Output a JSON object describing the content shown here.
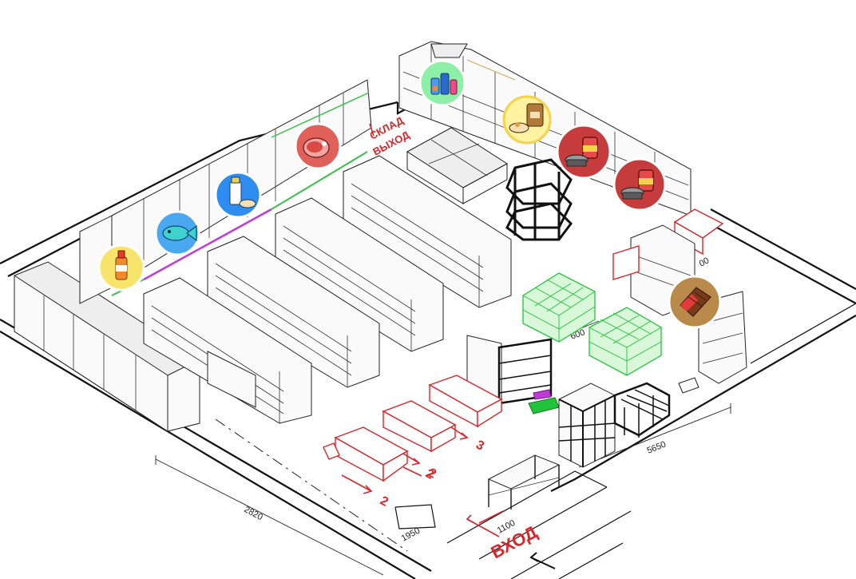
{
  "labels": {
    "exit_warehouse": "СКЛАД",
    "exit": "ВЫХОД",
    "entrance": "ВХОД",
    "checkout_1": "2",
    "checkout_2": "2",
    "checkout_3": "3",
    "checkout_4": "2"
  },
  "dimensions": {
    "bottom_left": "2820",
    "bottom_right": "5650",
    "pallet_gap": "600",
    "entrance_width": "1100",
    "door_small": "1950",
    "right_small": "00"
  },
  "categories": [
    {
      "name": "drinks-icon",
      "fill": "#f7e46a",
      "ring": "#ffffff"
    },
    {
      "name": "fish-icon",
      "fill": "#4aa8f0",
      "ring": "#ffffff"
    },
    {
      "name": "dairy-icon",
      "fill": "#2f8df0",
      "ring": "#ffffff"
    },
    {
      "name": "meat-icon",
      "fill": "#e0605a",
      "ring": "#ffffff"
    },
    {
      "name": "household-chemicals-icon",
      "fill": "#8ef0a6",
      "ring": "#ffffff"
    },
    {
      "name": "grocery-flour-icon",
      "fill": "#fff2a0",
      "ring": "#f4d24a"
    },
    {
      "name": "canned-goods-icon",
      "fill": "#c63c3c",
      "ring": "#ffffff"
    },
    {
      "name": "canned-goods-icon",
      "fill": "#c63c3c",
      "ring": "#ffffff"
    },
    {
      "name": "chocolate-icon",
      "fill": "#b98a4a",
      "ring": "#ffffff"
    }
  ],
  "colors": {
    "accent_red": "#d8262a",
    "pallet_green": "#22c33a",
    "magenta_strip": "#c03ad8",
    "green_strip": "#3ac04a"
  }
}
